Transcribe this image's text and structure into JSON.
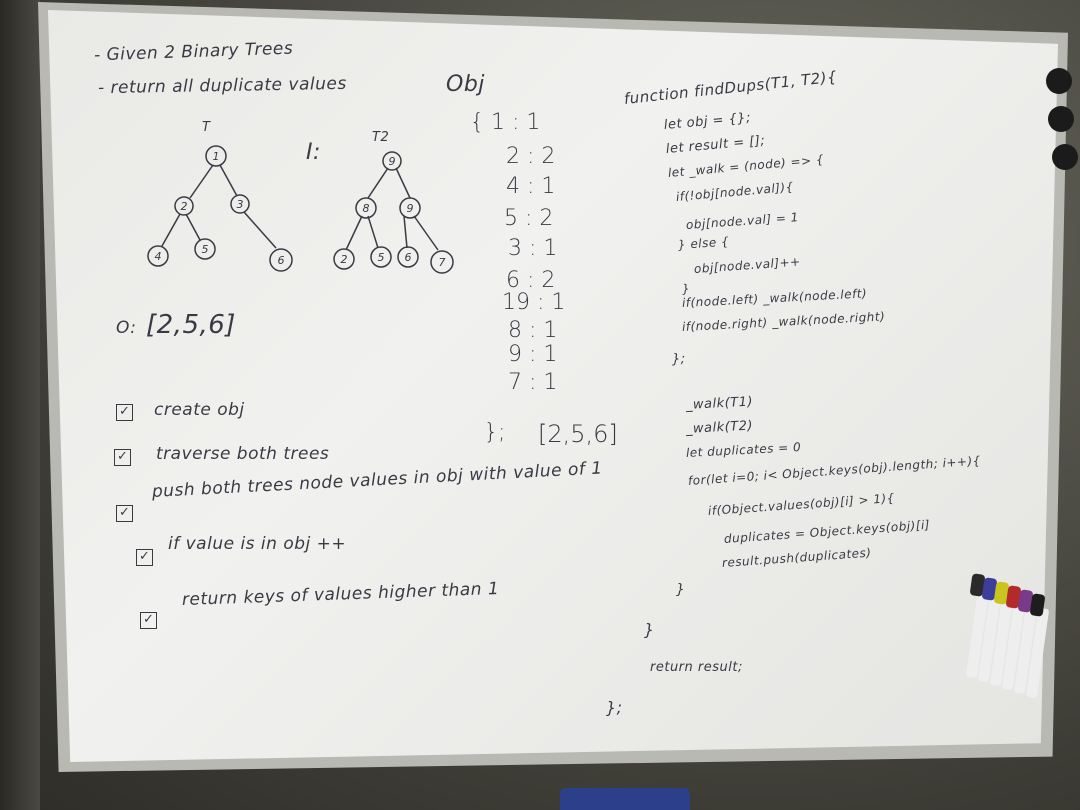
{
  "notes": {
    "line1": "- Given 2 Binary Trees",
    "line2": "- return all duplicate values",
    "t1_label": "T",
    "t2_label": "T2",
    "i_label": "I:",
    "o_label": "O:",
    "o_value": "[2,5,6]"
  },
  "tree1": [
    "1",
    "2",
    "3",
    "4",
    "5",
    "6"
  ],
  "tree2": [
    "9",
    "8",
    "9",
    "2",
    "5",
    "6",
    "7"
  ],
  "obj": {
    "label": "Obj",
    "open": "{ 1 : 1",
    "entries": [
      "2 : 2",
      "4 : 1",
      "5 : 2",
      "3 : 1",
      "6 : 2",
      "19 : 1",
      "8 : 1",
      "9 : 1",
      "7 : 1"
    ],
    "close": "};",
    "result": "[2,5,6]"
  },
  "checklist": [
    {
      "mark": "✓",
      "text": "create obj"
    },
    {
      "mark": "✓",
      "text": "traverse both trees"
    },
    {
      "mark": "✓",
      "text": "push both trees node values in obj with value of 1"
    },
    {
      "mark": "✓",
      "text": "if value is in obj ++"
    },
    {
      "mark": "✓",
      "text": "return keys of values higher than 1"
    }
  ],
  "code": [
    "function findDups(T1, T2){",
    "let obj = {};",
    "let result = [];",
    "let _walk = (node) => {",
    "if(!obj[node.val]){",
    "obj[node.val] = 1",
    "} else {",
    "obj[node.val]++",
    "}",
    "if(node.left) _walk(node.left)",
    "if(node.right) _walk(node.right)",
    "};",
    "_walk(T1)",
    "_walk(T2)",
    "let duplicates = 0",
    "for(let i=0; i< Object.keys(obj).length; i++){",
    "if(Object.values(obj)[i] > 1){",
    "duplicates = Object.keys(obj)[i]",
    "result.push(duplicates)",
    "}",
    "}",
    "return result;",
    "};"
  ],
  "colors": {
    "ink": "#3a3a45",
    "board": "#ededea",
    "frame": "#b9b9b3"
  },
  "markers": [
    "#2a2a2a",
    "#3d3d9a",
    "#c9c420",
    "#b22a2a",
    "#7a3a8a",
    "#1d1d1d"
  ]
}
